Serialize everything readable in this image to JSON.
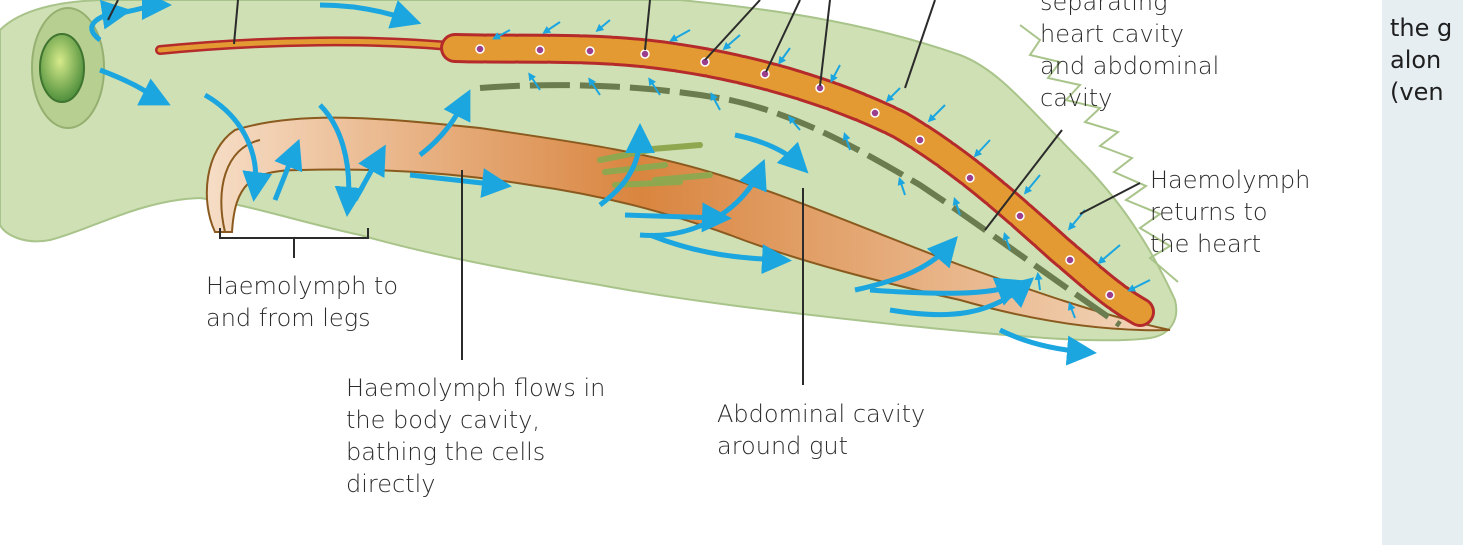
{
  "labels": {
    "legs": [
      "Haemolymph to",
      "and from legs"
    ],
    "body_cavity": [
      "Haemolymph flows in",
      "the body cavity,",
      "bathing the cells",
      "directly"
    ],
    "abdominal": [
      "Abdominal cavity",
      "around gut"
    ],
    "returns": [
      "Haemolymph",
      "returns to",
      "the heart"
    ],
    "separating": [
      "separating",
      "heart cavity",
      "and abdominal",
      "cavity"
    ]
  },
  "side_panel": {
    "lines": [
      "the g",
      "alon",
      "(ven"
    ]
  },
  "colors": {
    "body": "#cfe0b4",
    "body_outline": "#a9c48a",
    "arrow": "#1ba6e0",
    "heart": "#d98a2b",
    "heart_outline": "#b52a2a",
    "septum": "#6b7d4f",
    "gut": "#e3a574",
    "panel": "#e6eef2"
  },
  "icons": [
    "arrow-icon"
  ]
}
